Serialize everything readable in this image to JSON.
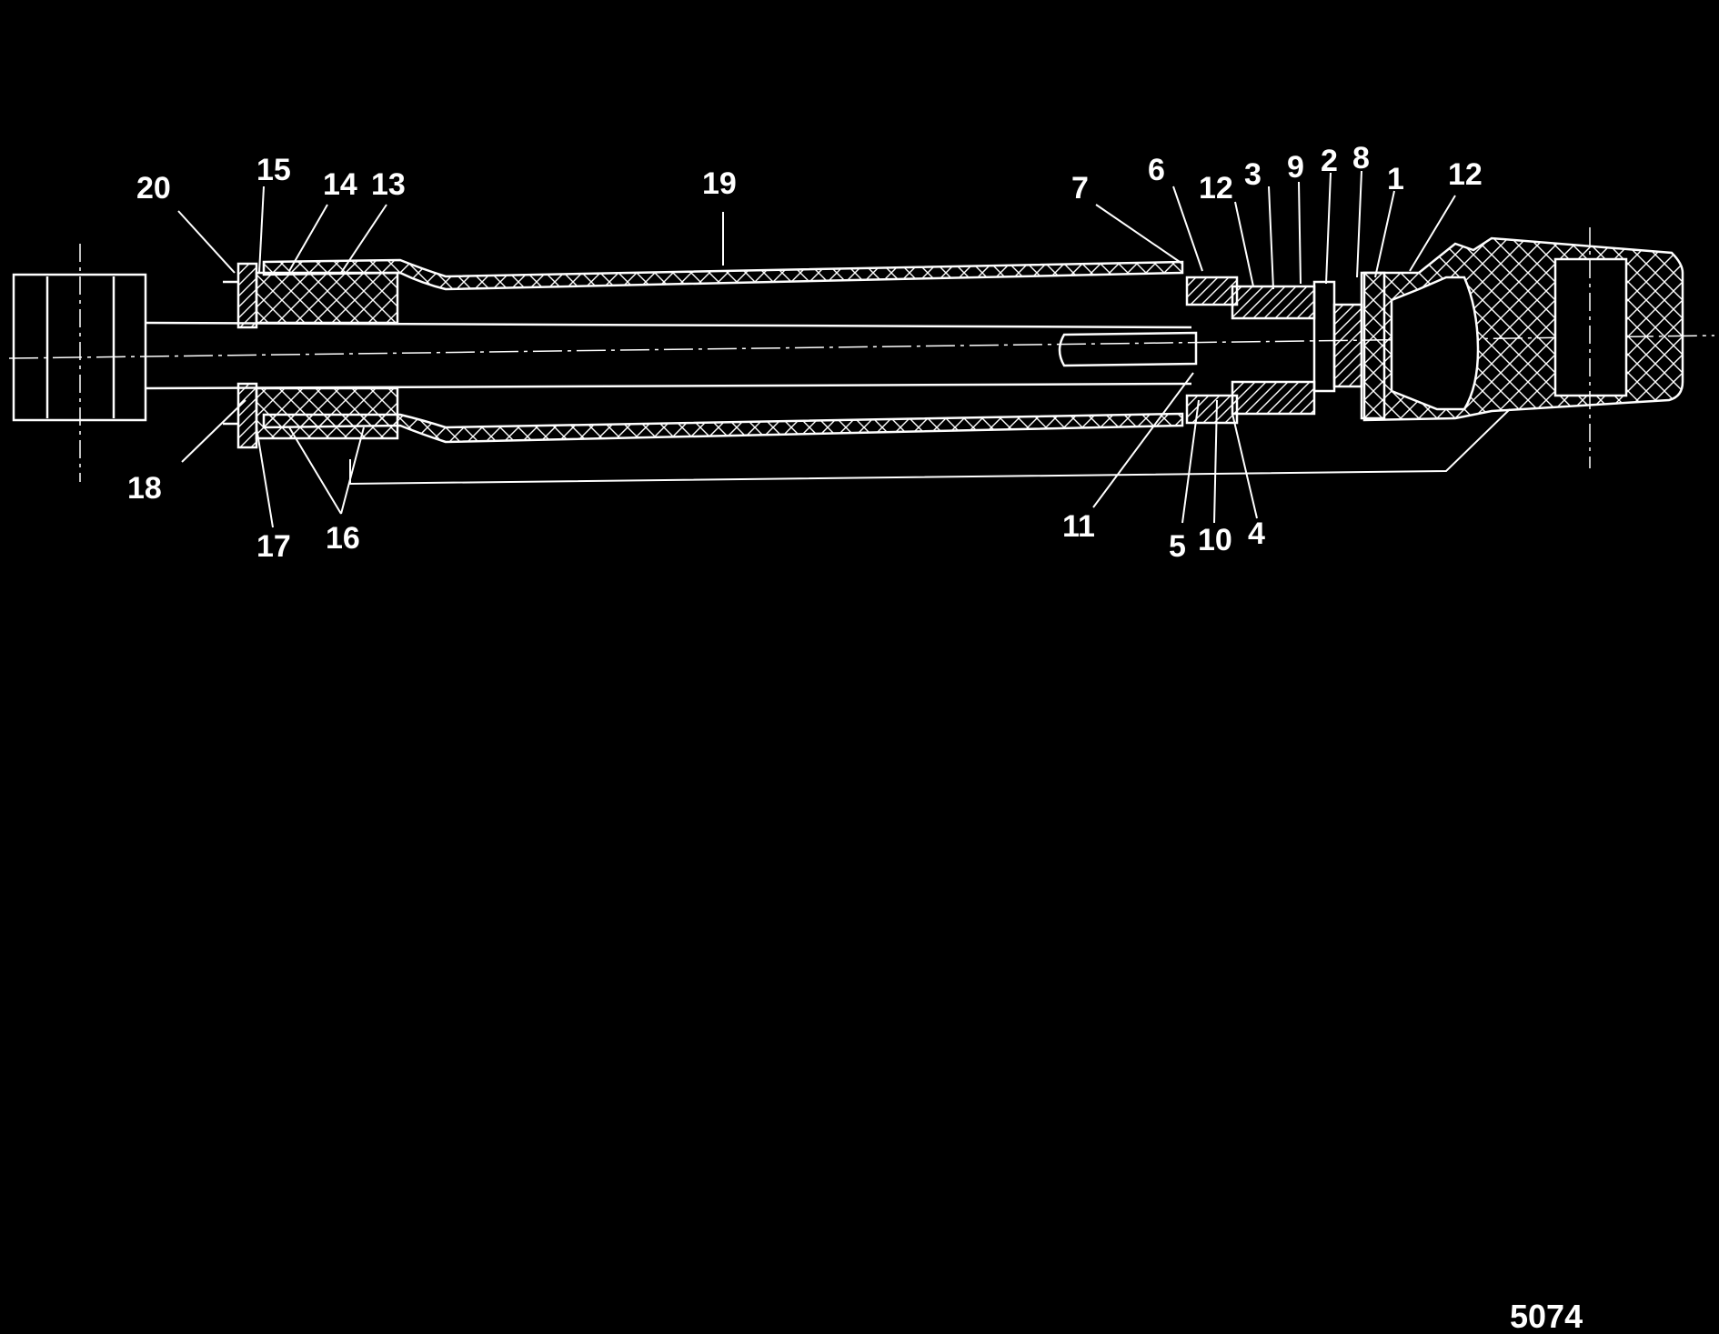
{
  "figure": {
    "number": "5074",
    "background": "#000000",
    "line_color": "#ffffff"
  },
  "callouts": {
    "c1": "1",
    "c2": "2",
    "c3": "3",
    "c4": "4",
    "c5": "5",
    "c6": "6",
    "c7": "7",
    "c8": "8",
    "c9": "9",
    "c10": "10",
    "c11": "11",
    "c12a": "12",
    "c12b": "12",
    "c13": "13",
    "c14": "14",
    "c15": "15",
    "c16": "16",
    "c17": "17",
    "c18": "18",
    "c19": "19",
    "c20": "20"
  }
}
